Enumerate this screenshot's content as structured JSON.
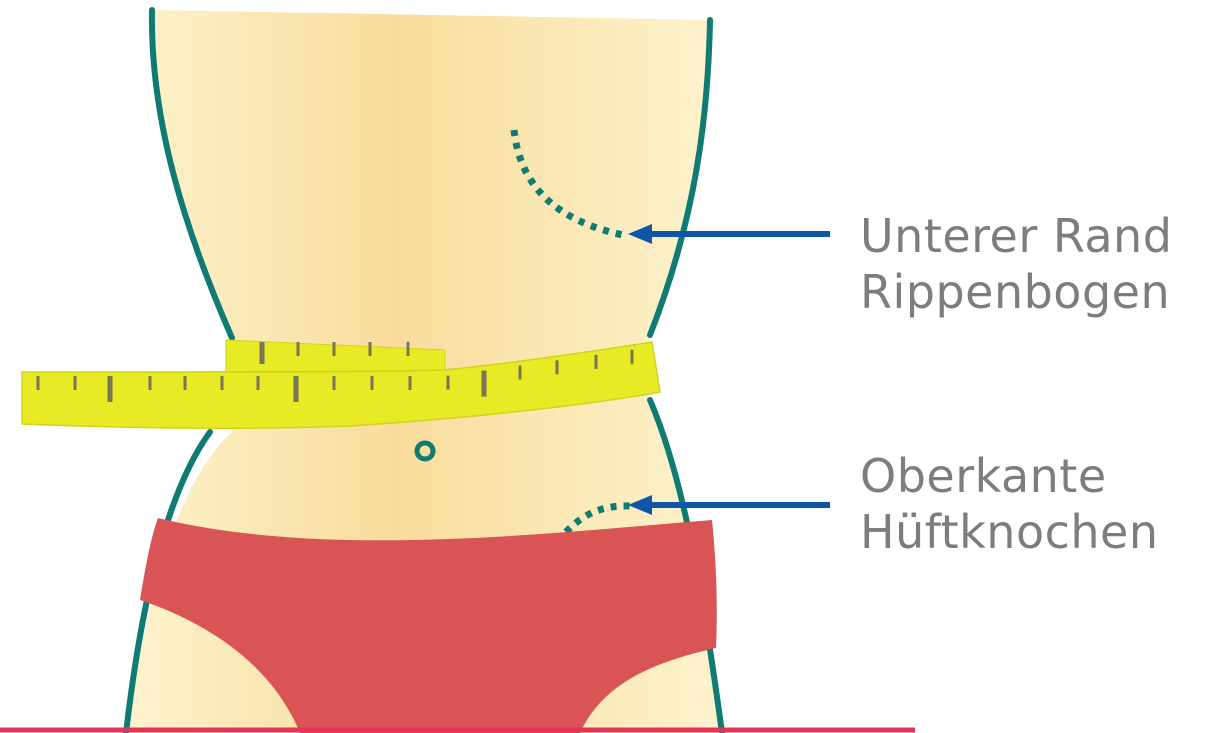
{
  "labels": {
    "rib_edge": {
      "line1": "Unterer Rand",
      "line2": "Rippenbogen"
    },
    "hip_top": {
      "line1": "Oberkante",
      "line2": "Hüftknochen"
    }
  },
  "colors": {
    "skin_light": "#fdf2c8",
    "skin_mid": "#f9dfa0",
    "outline": "#0f7b72",
    "tape": "#e7ea24",
    "tape_dark": "#cfd41a",
    "tape_ticks": "#7a7a55",
    "briefs": "#d95555",
    "arrow": "#0f56a8",
    "floor_line": "#e3345a"
  },
  "icons": [
    "navel-icon",
    "rib-edge-marker-icon",
    "hip-marker-icon"
  ]
}
